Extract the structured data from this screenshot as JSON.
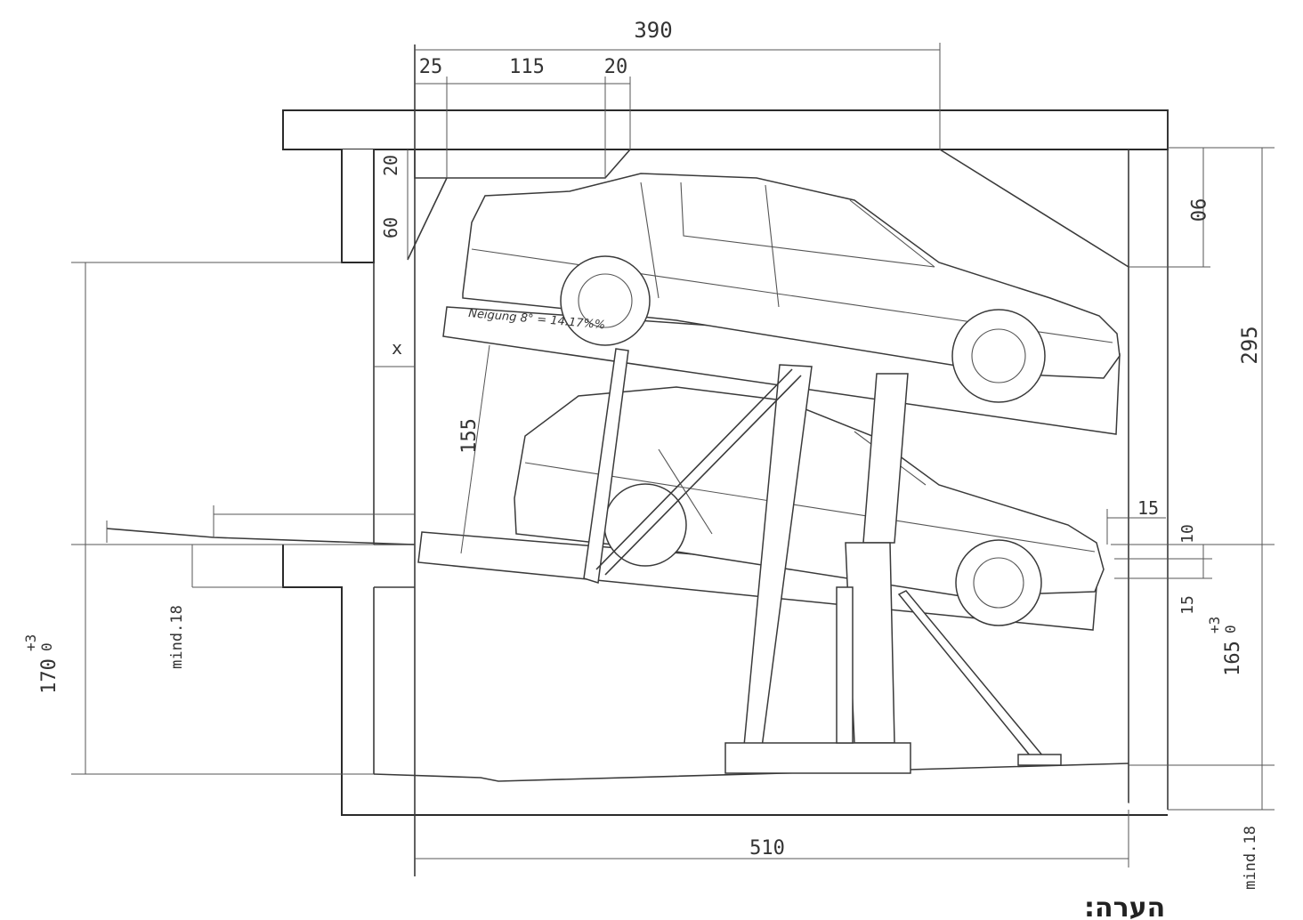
{
  "dimensions": {
    "top_width": "390",
    "top_left": "25",
    "top_mid": "115",
    "top_right": "20",
    "left_20": "20",
    "left_60": "60",
    "left_x": "x",
    "right_90": "90",
    "right_295": "295",
    "platform_155": "155",
    "right_15_top": "15",
    "right_10": "10",
    "right_15_bottom": "15",
    "bottom_width": "510",
    "mind_left": "mind.18",
    "mind_right": "mind.18",
    "left_height_value": "170",
    "left_height_tol_plus": "+3",
    "left_height_tol_zero": "0",
    "right_height_value": "165",
    "right_height_tol_plus": "+3",
    "right_height_tol_zero": "0"
  },
  "annotation": {
    "slope": "Neigung 8° = 14.17%%"
  },
  "note": {
    "label": "הערה:"
  }
}
